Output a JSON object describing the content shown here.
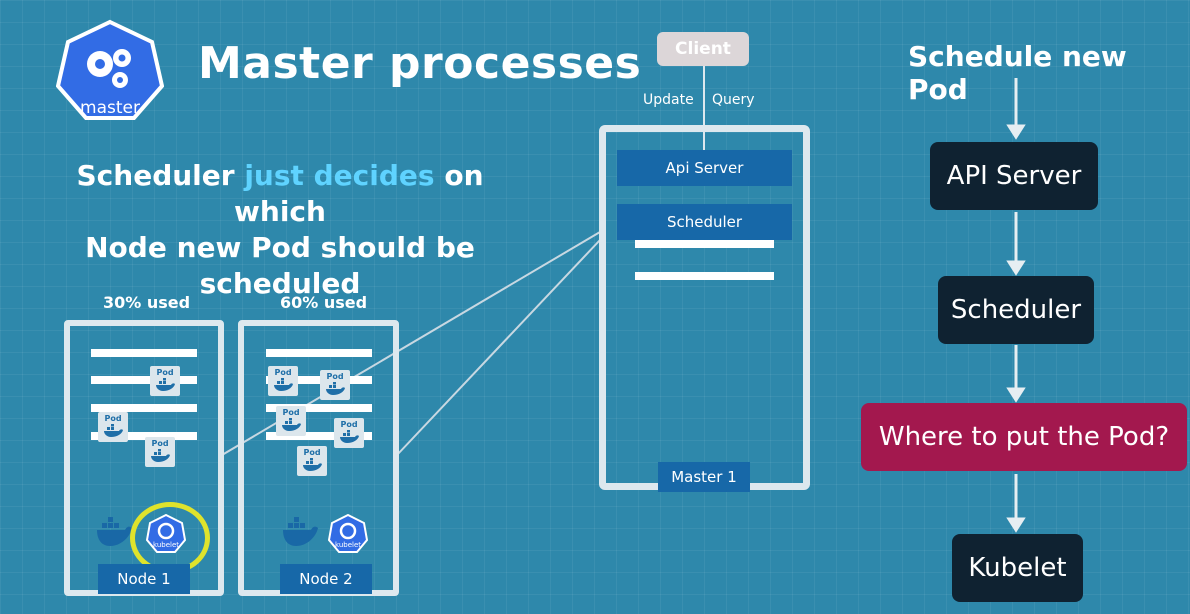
{
  "title": "Master processes",
  "logo": {
    "label": "master"
  },
  "subtitle": {
    "part1": "Scheduler ",
    "highlight": "just decides",
    "part2": " on which",
    "line2": "Node new Pod should be scheduled"
  },
  "nodes": [
    {
      "usage": "30% used",
      "label": "Node 1",
      "pod_label": "Pod",
      "kubelet": "kubelet"
    },
    {
      "usage": "60% used",
      "label": "Node 2",
      "pod_label": "Pod",
      "kubelet": "kubelet"
    }
  ],
  "client": {
    "label": "Client",
    "update": "Update",
    "query": "Query"
  },
  "master": {
    "components": [
      "Api Server",
      "Scheduler"
    ],
    "label": "Master 1"
  },
  "flow": {
    "heading": "Schedule new Pod",
    "steps": [
      "API Server",
      "Scheduler",
      "Where to put the Pod?",
      "Kubelet"
    ]
  },
  "colors": {
    "background": "#2e88ab",
    "component_blue": "#1768a8",
    "highlight_text": "#5fd3ff",
    "flow_box": "#0f2231",
    "flow_question": "#a3184e",
    "kubelet_ring": "#dfe32c"
  }
}
